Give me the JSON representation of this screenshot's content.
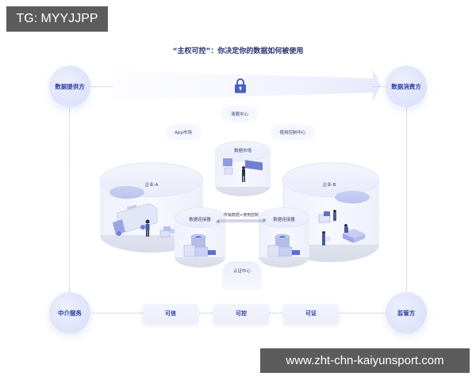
{
  "watermarks": {
    "top": "TG: MYYJJPP",
    "bottom": "www.zht-chn-kaiyunsport.com"
  },
  "diagram": {
    "title": "“主权可控”：你决定你的数据如何被使用",
    "flow": {
      "icon": "lock-icon",
      "direction": "left-to-right"
    },
    "roles": {
      "top_left": "数据提供方",
      "top_right": "数据消费方",
      "bottom_left": "中介服务",
      "bottom_right": "监管方"
    },
    "hubs": {
      "clearing": "清算中心",
      "app_market": "App市场",
      "usage_control": "使用控制中心",
      "data_market": "数据市场",
      "auth_center": "认证中心"
    },
    "enterprises": {
      "a": "企业-A",
      "b": "企业-B"
    },
    "connectors": {
      "left": "数据连接器",
      "right": "数据连接器",
      "transfer_label": "传输数据+使用控制"
    },
    "pillars": [
      {
        "label": "可信"
      },
      {
        "label": "可控"
      },
      {
        "label": "可证"
      }
    ],
    "colors": {
      "accent": "#2d3ea3",
      "lock": "#4b5fc1",
      "role_fill": "#dde2fa",
      "watermark_bg": "#5c5c5c"
    }
  }
}
